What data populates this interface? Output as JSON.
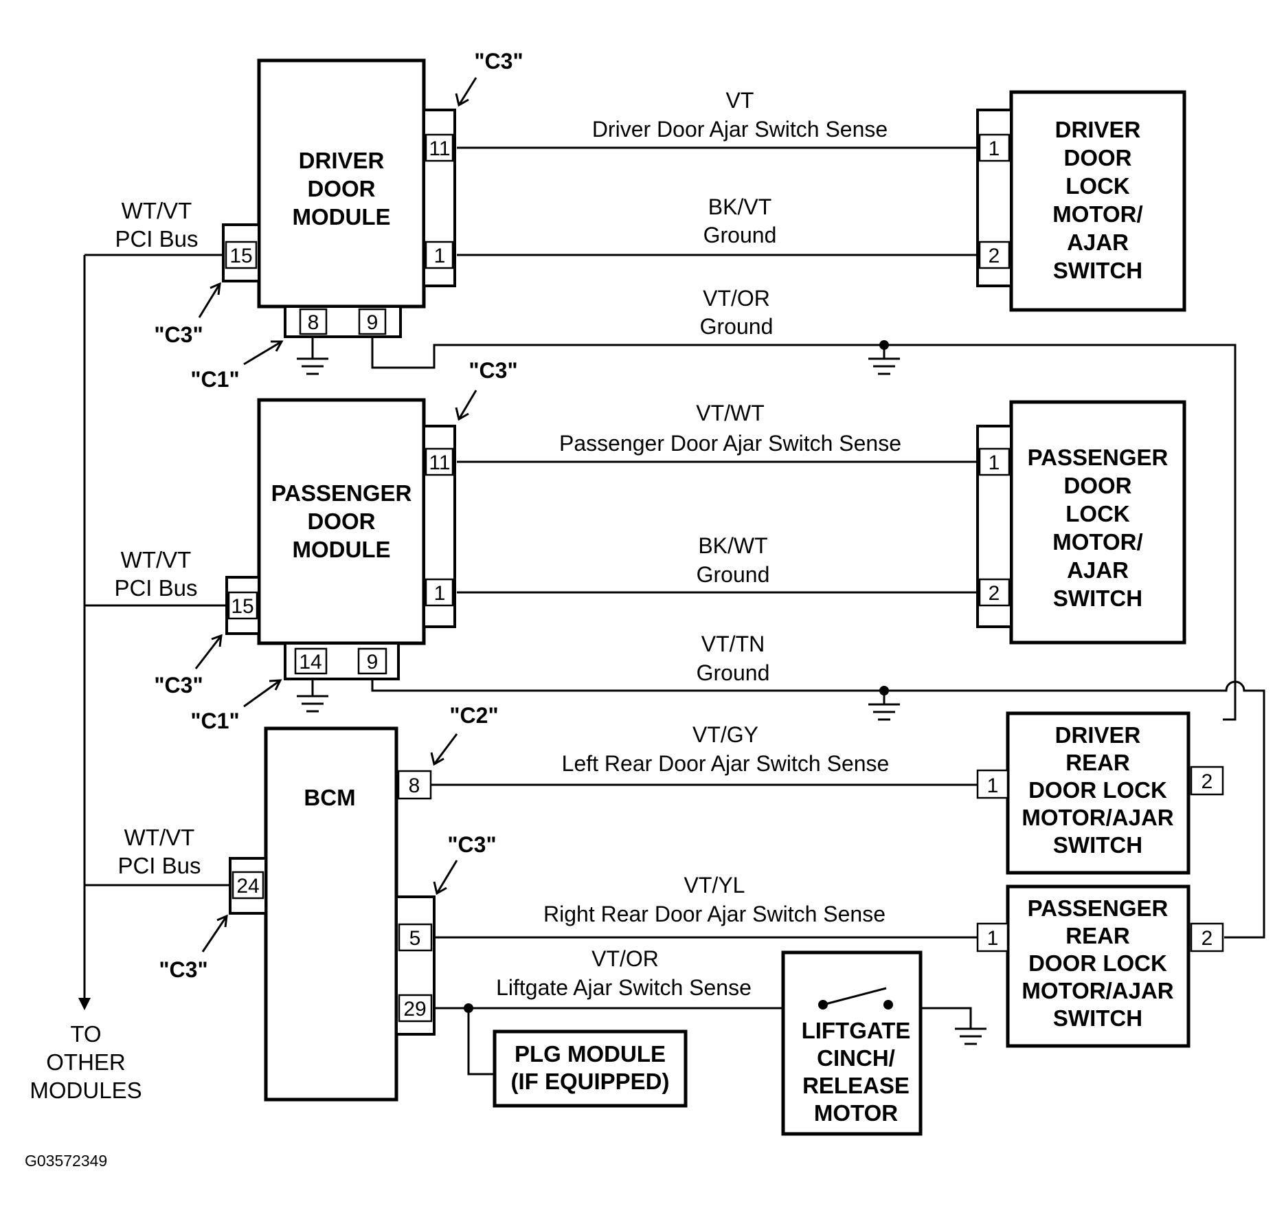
{
  "modules": {
    "driver_door_module": [
      "DRIVER",
      "DOOR",
      "MODULE"
    ],
    "passenger_door_module": [
      "PASSENGER",
      "DOOR",
      "MODULE"
    ],
    "bcm": [
      "BCM"
    ],
    "driver_lock": [
      "DRIVER",
      "DOOR",
      "LOCK",
      "MOTOR/",
      "AJAR",
      "SWITCH"
    ],
    "passenger_lock": [
      "PASSENGER",
      "DOOR",
      "LOCK",
      "MOTOR/",
      "AJAR",
      "SWITCH"
    ],
    "driver_rear_lock": [
      "DRIVER",
      "REAR",
      "DOOR LOCK",
      "MOTOR/AJAR",
      "SWITCH"
    ],
    "passenger_rear_lock": [
      "PASSENGER",
      "REAR",
      "DOOR LOCK",
      "MOTOR/AJAR",
      "SWITCH"
    ],
    "plg_module": [
      "PLG MODULE",
      "(IF EQUIPPED)"
    ],
    "liftgate_motor": [
      "LIFTGATE",
      "CINCH/",
      "RELEASE",
      "MOTOR"
    ]
  },
  "wires": {
    "w1": {
      "color": "VT",
      "function": "Driver Door Ajar Switch Sense"
    },
    "w2": {
      "color": "BK/VT",
      "function": "Ground"
    },
    "w3": {
      "color": "VT/OR",
      "function": "Ground"
    },
    "w4": {
      "color": "VT/WT",
      "function": "Passenger Door Ajar Switch Sense"
    },
    "w5": {
      "color": "BK/WT",
      "function": "Ground"
    },
    "w6": {
      "color": "VT/TN",
      "function": "Ground"
    },
    "w7": {
      "color": "VT/GY",
      "function": "Left Rear Door Ajar Switch Sense"
    },
    "w8": {
      "color": "VT/YL",
      "function": "Right Rear Door Ajar Switch Sense"
    },
    "w9": {
      "color": "VT/OR",
      "function": "Liftgate Ajar Switch Sense"
    }
  },
  "pci_bus": [
    {
      "color": "WT/VT",
      "name": "PCI Bus"
    },
    {
      "color": "WT/VT",
      "name": "PCI Bus"
    },
    {
      "color": "WT/VT",
      "name": "PCI Bus"
    }
  ],
  "pins": {
    "ddm_11": "11",
    "ddm_1": "1",
    "ddm_15": "15",
    "ddm_8": "8",
    "ddm_9": "9",
    "dl_1": "1",
    "dl_2": "2",
    "pdm_11": "11",
    "pdm_1": "1",
    "pdm_15": "15",
    "pdm_14": "14",
    "pdm_9": "9",
    "pl_1": "1",
    "pl_2": "2",
    "bcm_8": "8",
    "bcm_24": "24",
    "bcm_5": "5",
    "bcm_29": "29",
    "drl_1": "1",
    "drl_2": "2",
    "prl_1": "1",
    "prl_2": "2"
  },
  "connectors": {
    "c3_ddm_right": "\"C3\"",
    "c3_ddm_left": "\"C3\"",
    "c1_ddm": "\"C1\"",
    "c3_pdm_right": "\"C3\"",
    "c3_pdm_left": "\"C3\"",
    "c1_pdm": "\"C1\"",
    "c2_bcm": "\"C2\"",
    "c3_bcm_right": "\"C3\"",
    "c3_bcm_left": "\"C3\""
  },
  "to_other_modules": [
    "TO",
    "OTHER",
    "MODULES"
  ],
  "figure_id": "G03572349"
}
